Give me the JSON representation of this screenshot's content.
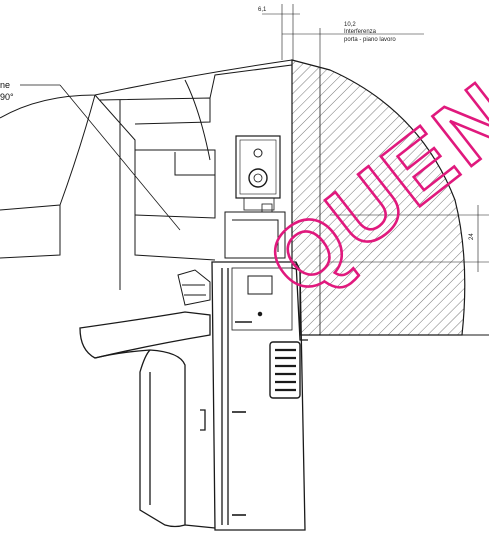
{
  "dimensions": {
    "top_small": "6,1",
    "interference_value": "10,2",
    "interference_line1": "Interferenza",
    "interference_line2": "porta - piano lavoro",
    "right_vertical": "24"
  },
  "left_label": {
    "line1": "ne",
    "line2": "90°"
  },
  "watermark": {
    "text": "QUEN",
    "color": "#e0197d"
  },
  "colors": {
    "line": "#1a1a1a",
    "hatch": "#555555"
  }
}
